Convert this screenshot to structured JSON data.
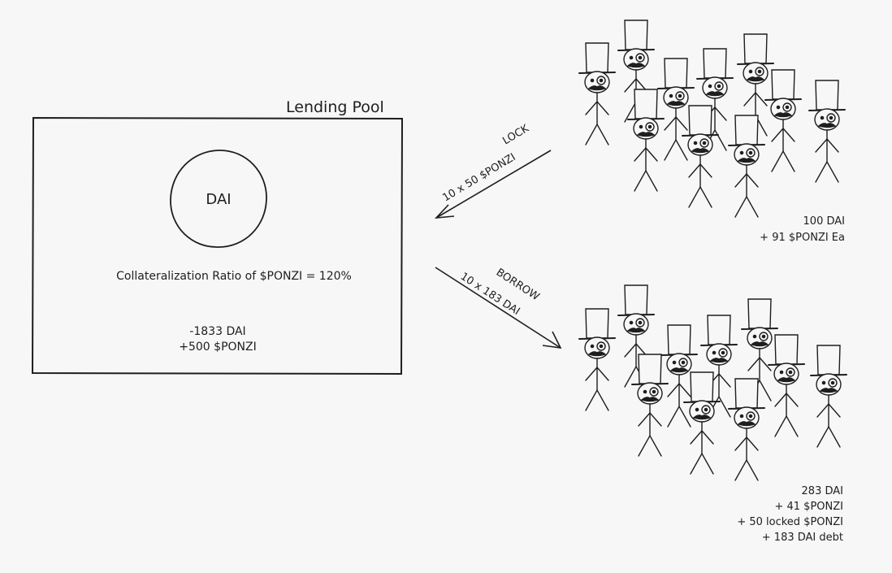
{
  "pool": {
    "title": "Lending Pool",
    "coin_label": "DAI",
    "ratio_text": "Collateralization Ratio of $PONZI = 120%",
    "balance_lines": [
      "-1833 DAI",
      "+500 $PONZI"
    ]
  },
  "arrows": {
    "lock": {
      "line1": "LOCK",
      "line2": "10 x 50 $PONZI"
    },
    "borrow": {
      "line1": "BORROW",
      "line2": "10 x 183 DAI"
    }
  },
  "groups": {
    "top": {
      "count": 10,
      "balance_lines": [
        "100 DAI",
        "+ 91 $PONZI Ea"
      ]
    },
    "bottom": {
      "count": 10,
      "balance_lines": [
        "283 DAI",
        "+ 41 $PONZI",
        "+ 50 locked $PONZI",
        "+ 183 DAI debt"
      ]
    }
  }
}
